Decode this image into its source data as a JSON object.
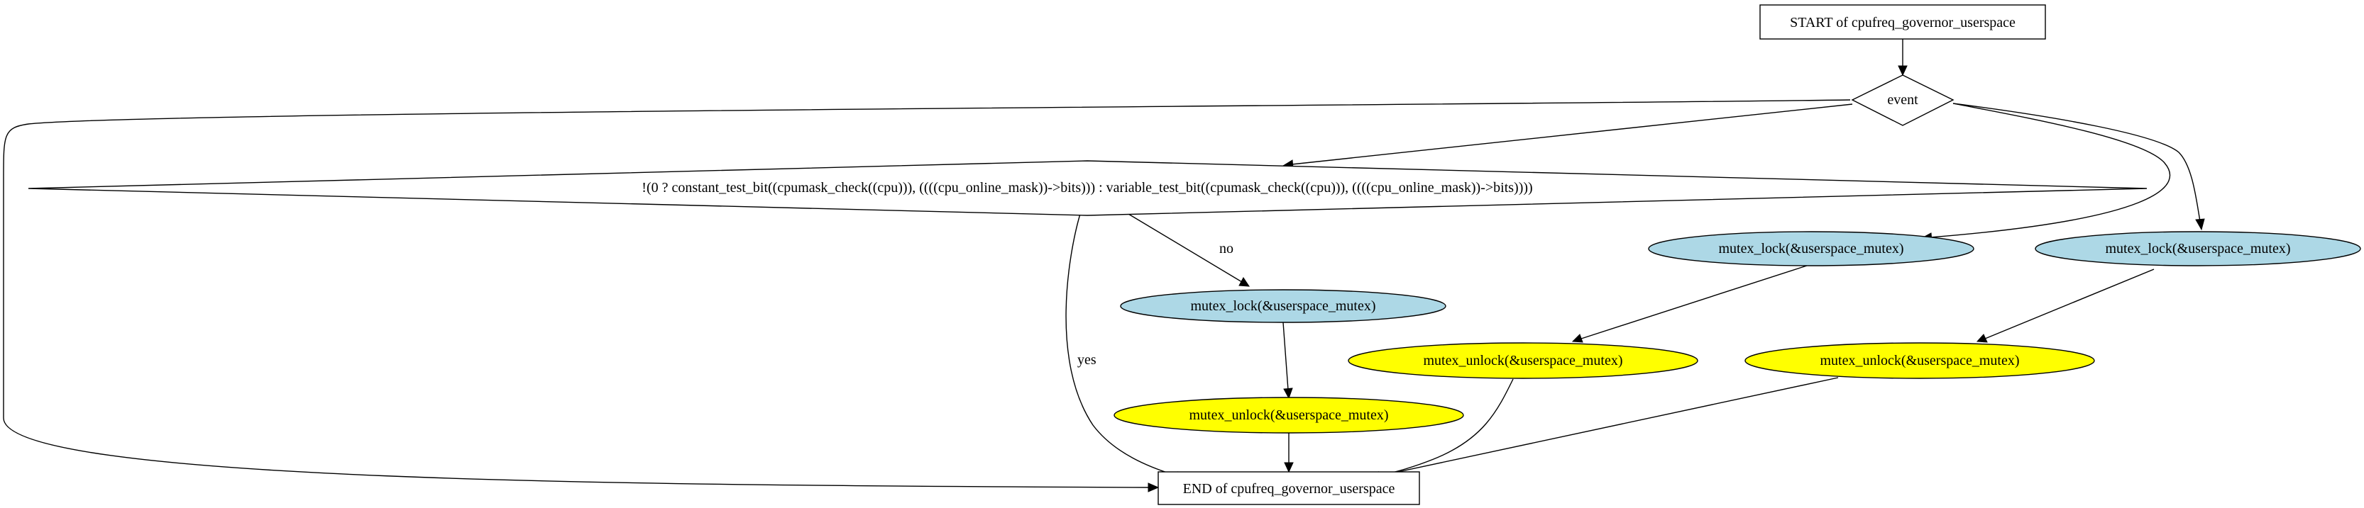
{
  "colors": {
    "lock_fill": "#add8e6",
    "unlock_fill": "#ffff00",
    "box_fill": "#ffffff",
    "stroke": "#000000"
  },
  "nodes": {
    "start": "START of cpufreq_governor_userspace",
    "event": "event",
    "condition": "!(0 ? constant_test_bit((cpumask_check((cpu))), ((((cpu_online_mask))->bits))) : variable_test_bit((cpumask_check((cpu))), ((((cpu_online_mask))->bits))))",
    "lock_a": "mutex_lock(&userspace_mutex)",
    "unlock_a": "mutex_unlock(&userspace_mutex)",
    "lock_b": "mutex_lock(&userspace_mutex)",
    "unlock_b": "mutex_unlock(&userspace_mutex)",
    "lock_c": "mutex_lock(&userspace_mutex)",
    "unlock_c": "mutex_unlock(&userspace_mutex)",
    "end": "END of cpufreq_governor_userspace"
  },
  "edge_labels": {
    "no": "no",
    "yes": "yes"
  }
}
